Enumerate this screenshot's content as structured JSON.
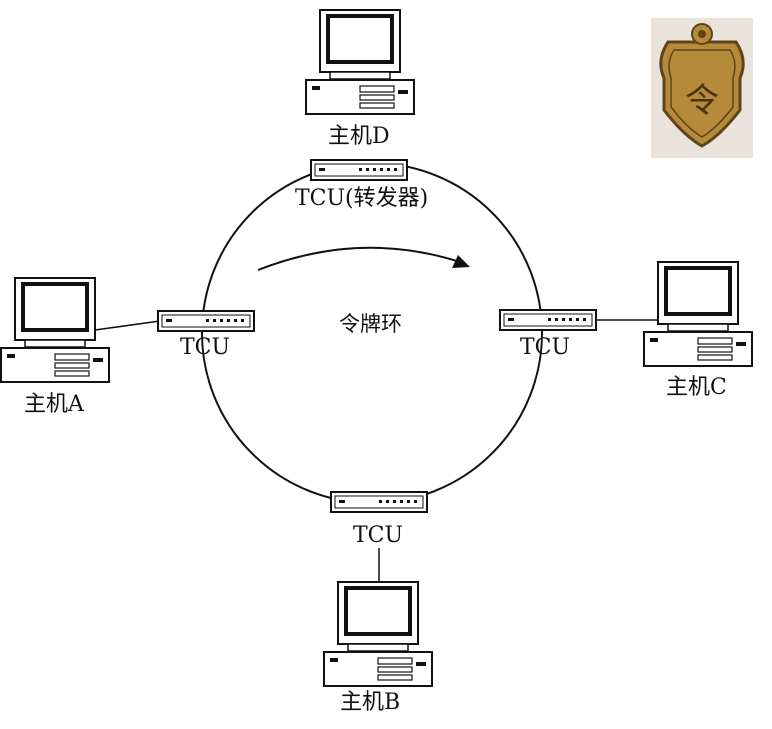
{
  "diagram": {
    "center_label": "令牌环",
    "tcu_label_top": "TCU(转发器)",
    "tcu_label": "TCU",
    "hosts": {
      "a": "主机A",
      "b": "主机B",
      "c": "主机C",
      "d": "主机D"
    },
    "badge_glyph": "令",
    "colors": {
      "line": "#111111",
      "badge_gold": "#b58a3a",
      "badge_dark": "#5e4418",
      "photo_bg": "#e9e3dc"
    }
  }
}
